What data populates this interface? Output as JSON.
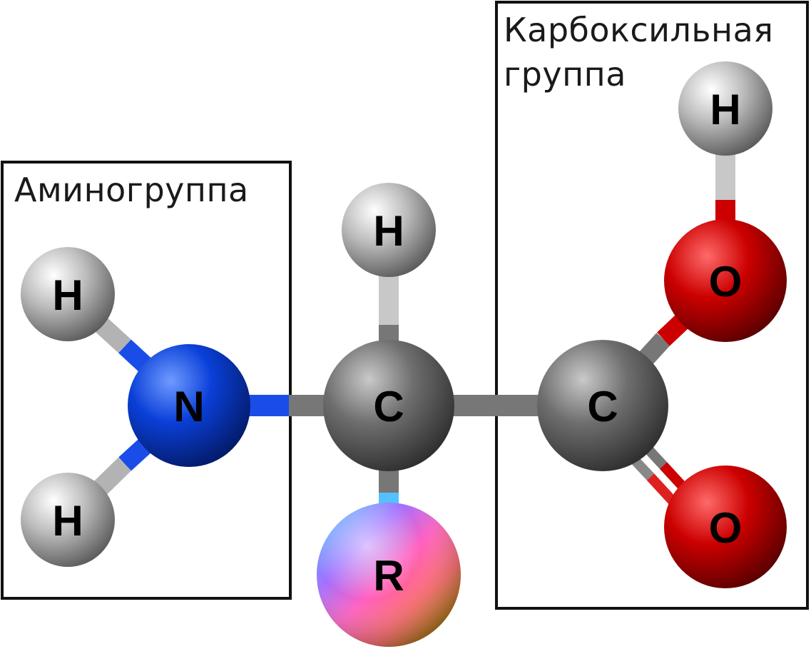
{
  "labels": {
    "amino_group": "Аминогруппа",
    "carboxyl_group_line1": "Карбоксильная",
    "carboxyl_group_line2": "группа"
  },
  "atoms": {
    "h_amino_top": "H",
    "h_amino_bottom": "H",
    "n": "N",
    "h_alpha": "H",
    "c_alpha": "C",
    "r": "R",
    "c_carboxyl": "C",
    "o_hydroxyl": "O",
    "h_hydroxyl": "H",
    "o_carbonyl": "O"
  },
  "colors": {
    "hydrogen": "#9a9a9a",
    "nitrogen": "#0a3fd8",
    "carbon": "#6e6e6e",
    "oxygen": "#cc0000",
    "frame": "#111111"
  }
}
